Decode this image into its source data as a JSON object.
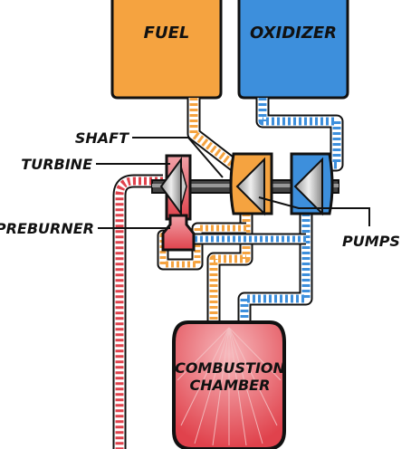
{
  "labels": {
    "fuel": "FUEL",
    "oxidizer": "OXIDIZER",
    "shaft": "SHAFT",
    "turbine": "TURBINE",
    "preburner": "PREBURNER",
    "pumps": "PUMPS",
    "chamber_line1": "COMBUSTION",
    "chamber_line2": "CHAMBER"
  },
  "colors": {
    "fuel": "#f5a340",
    "oxidizer": "#3d8fdc",
    "hot_gas": "#e0424c",
    "outline": "#111111"
  }
}
